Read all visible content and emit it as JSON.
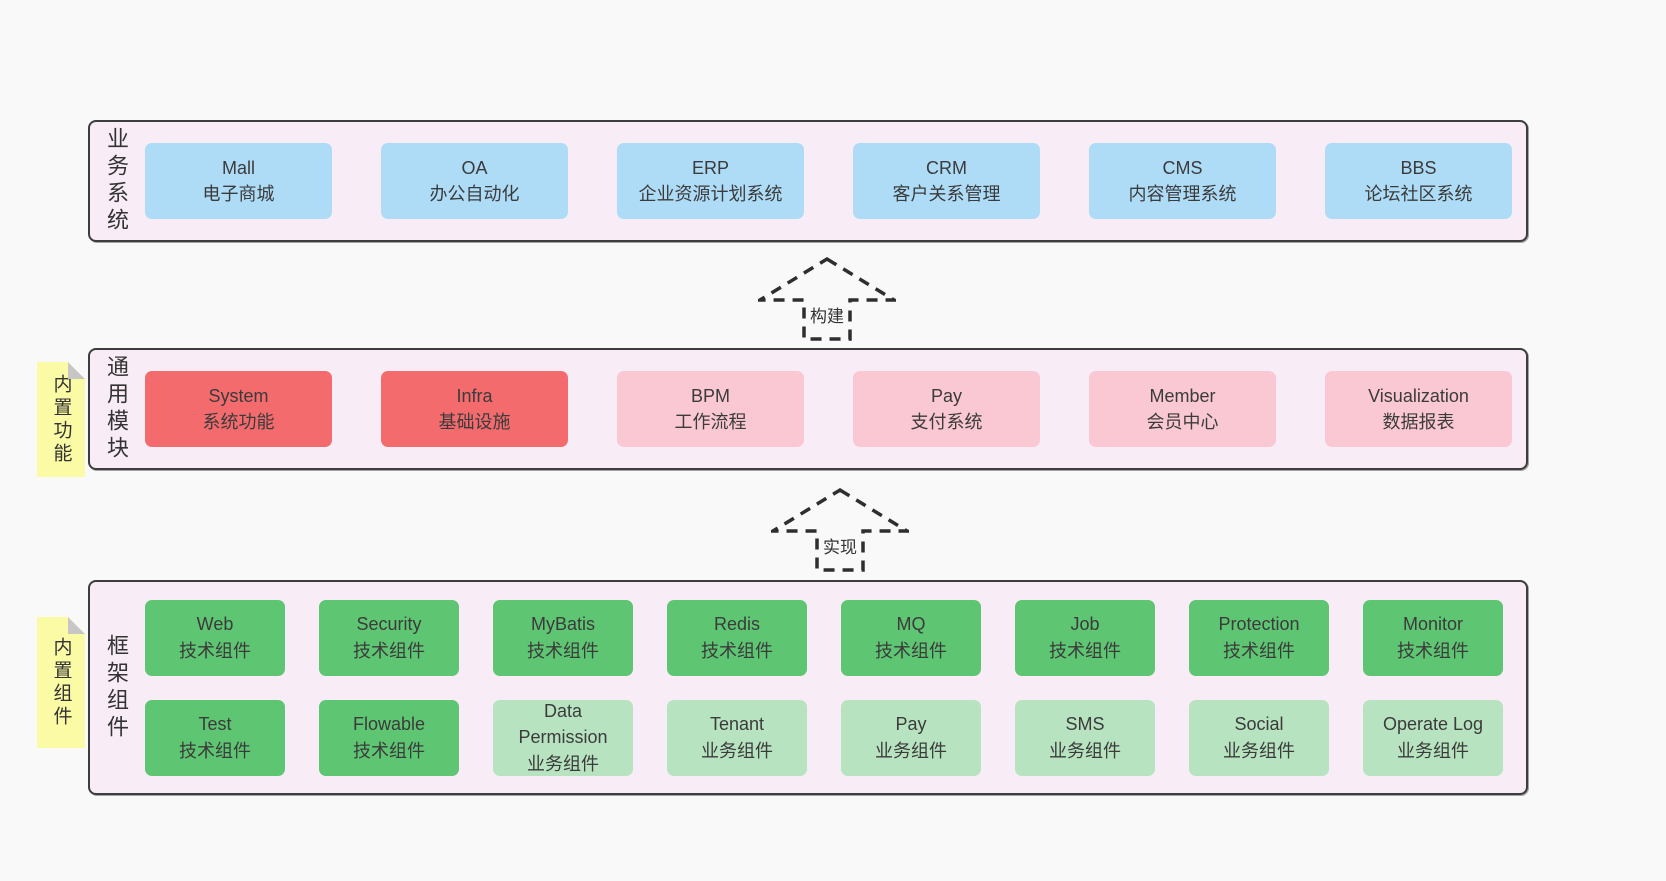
{
  "diagram": {
    "arrows": [
      {
        "id": "build",
        "label": "构建"
      },
      {
        "id": "implement",
        "label": "实现"
      }
    ],
    "sections": [
      {
        "id": "business-systems",
        "label": "业务系统",
        "tag": null,
        "rows": [
          [
            {
              "id": "mall",
              "name": "Mall",
              "desc": "电子商城",
              "variant": "blue"
            },
            {
              "id": "oa",
              "name": "OA",
              "desc": "办公自动化",
              "variant": "blue"
            },
            {
              "id": "erp",
              "name": "ERP",
              "desc": "企业资源计划系统",
              "variant": "blue"
            },
            {
              "id": "crm",
              "name": "CRM",
              "desc": "客户关系管理",
              "variant": "blue"
            },
            {
              "id": "cms",
              "name": "CMS",
              "desc": "内容管理系统",
              "variant": "blue"
            },
            {
              "id": "bbs",
              "name": "BBS",
              "desc": "论坛社区系统",
              "variant": "blue"
            }
          ]
        ]
      },
      {
        "id": "common-modules",
        "label": "通用模块",
        "tag": "内置功能",
        "rows": [
          [
            {
              "id": "system",
              "name": "System",
              "desc": "系统功能",
              "variant": "red"
            },
            {
              "id": "infra",
              "name": "Infra",
              "desc": "基础设施",
              "variant": "red"
            },
            {
              "id": "bpm",
              "name": "BPM",
              "desc": "工作流程",
              "variant": "pink"
            },
            {
              "id": "pay",
              "name": "Pay",
              "desc": "支付系统",
              "variant": "pink"
            },
            {
              "id": "member",
              "name": "Member",
              "desc": "会员中心",
              "variant": "pink"
            },
            {
              "id": "visualization",
              "name": "Visualization",
              "desc": "数据报表",
              "variant": "pink"
            }
          ]
        ]
      },
      {
        "id": "framework-components",
        "label": "框架组件",
        "tag": "内置组件",
        "rows": [
          [
            {
              "id": "web",
              "name": "Web",
              "desc": "技术组件",
              "variant": "green"
            },
            {
              "id": "security",
              "name": "Security",
              "desc": "技术组件",
              "variant": "green"
            },
            {
              "id": "mybatis",
              "name": "MyBatis",
              "desc": "技术组件",
              "variant": "green"
            },
            {
              "id": "redis",
              "name": "Redis",
              "desc": "技术组件",
              "variant": "green"
            },
            {
              "id": "mq",
              "name": "MQ",
              "desc": "技术组件",
              "variant": "green"
            },
            {
              "id": "job",
              "name": "Job",
              "desc": "技术组件",
              "variant": "green"
            },
            {
              "id": "protection",
              "name": "Protection",
              "desc": "技术组件",
              "variant": "green"
            },
            {
              "id": "monitor",
              "name": "Monitor",
              "desc": "技术组件",
              "variant": "green"
            }
          ],
          [
            {
              "id": "test",
              "name": "Test",
              "desc": "技术组件",
              "variant": "green"
            },
            {
              "id": "flowable",
              "name": "Flowable",
              "desc": "技术组件",
              "variant": "green"
            },
            {
              "id": "data-permission",
              "name": "Data Permission",
              "desc": "业务组件",
              "variant": "lightgreen"
            },
            {
              "id": "tenant",
              "name": "Tenant",
              "desc": "业务组件",
              "variant": "lightgreen"
            },
            {
              "id": "pay-biz",
              "name": "Pay",
              "desc": "业务组件",
              "variant": "lightgreen"
            },
            {
              "id": "sms",
              "name": "SMS",
              "desc": "业务组件",
              "variant": "lightgreen"
            },
            {
              "id": "social",
              "name": "Social",
              "desc": "业务组件",
              "variant": "lightgreen"
            },
            {
              "id": "operate-log",
              "name": "Operate Log",
              "desc": "业务组件",
              "variant": "lightgreen"
            }
          ]
        ]
      }
    ],
    "colors": {
      "blue": "#aedcf7",
      "red": "#f46b6e",
      "pink": "#f9c8d2",
      "green": "#5ec573",
      "lightgreen": "#b7e3c0",
      "container_bg": "#f8edf6",
      "tag_bg": "#fbfaa5",
      "border": "#3d3d3d",
      "page_bg": "#f9f9f9"
    }
  }
}
